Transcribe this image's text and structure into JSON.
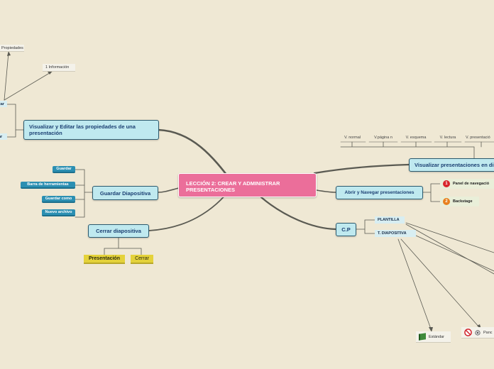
{
  "central": {
    "title": "LECCIÓN 2: CREAR Y ADMINISTRAR PRESENTACIONES"
  },
  "left": {
    "visualizar_editar": {
      "label": "Visualizar y Editar las propiedades de una presentación",
      "children": [
        "zar",
        "ar"
      ],
      "sub": [
        "Propiedades",
        "1 Información"
      ]
    },
    "guardar": {
      "label": "Guardar Diapositiva",
      "children": [
        "Guardar",
        "Barra de herramientas",
        "Guardar como",
        "Nuevo archivo"
      ]
    },
    "cerrar": {
      "label": "Cerrar diapositiva",
      "children": [
        "Presentación",
        "Cerrar"
      ]
    }
  },
  "right": {
    "visualizar_presentaciones": {
      "label": "Visualizar presentaciones en di",
      "children": [
        "V. normal",
        "V.página n",
        "V. esquema",
        "V. lectura",
        "V. presentació"
      ]
    },
    "abrir_navegar": {
      "label": "Abrir y Navegar presentaciones",
      "children": [
        {
          "num": "1",
          "label": "Panel de navegació",
          "color": "#d8262c"
        },
        {
          "num": "2",
          "label": "Backstage",
          "color": "#e8801e"
        }
      ]
    },
    "cp": {
      "label": "C.P",
      "children": [
        "PLANTILLA",
        "T. DIAPOSITIVA"
      ],
      "leaves": [
        {
          "icon": "green-book-icon",
          "label": "Estándar"
        },
        {
          "icon": "no-entry-icon",
          "label": "Panc"
        }
      ]
    }
  },
  "colors": {
    "background": "#efe8d4",
    "central": "#eb6e9a",
    "main_node": "#bfe9ef",
    "pill": "#2b8fb2",
    "yellow": "#e4d23a"
  }
}
